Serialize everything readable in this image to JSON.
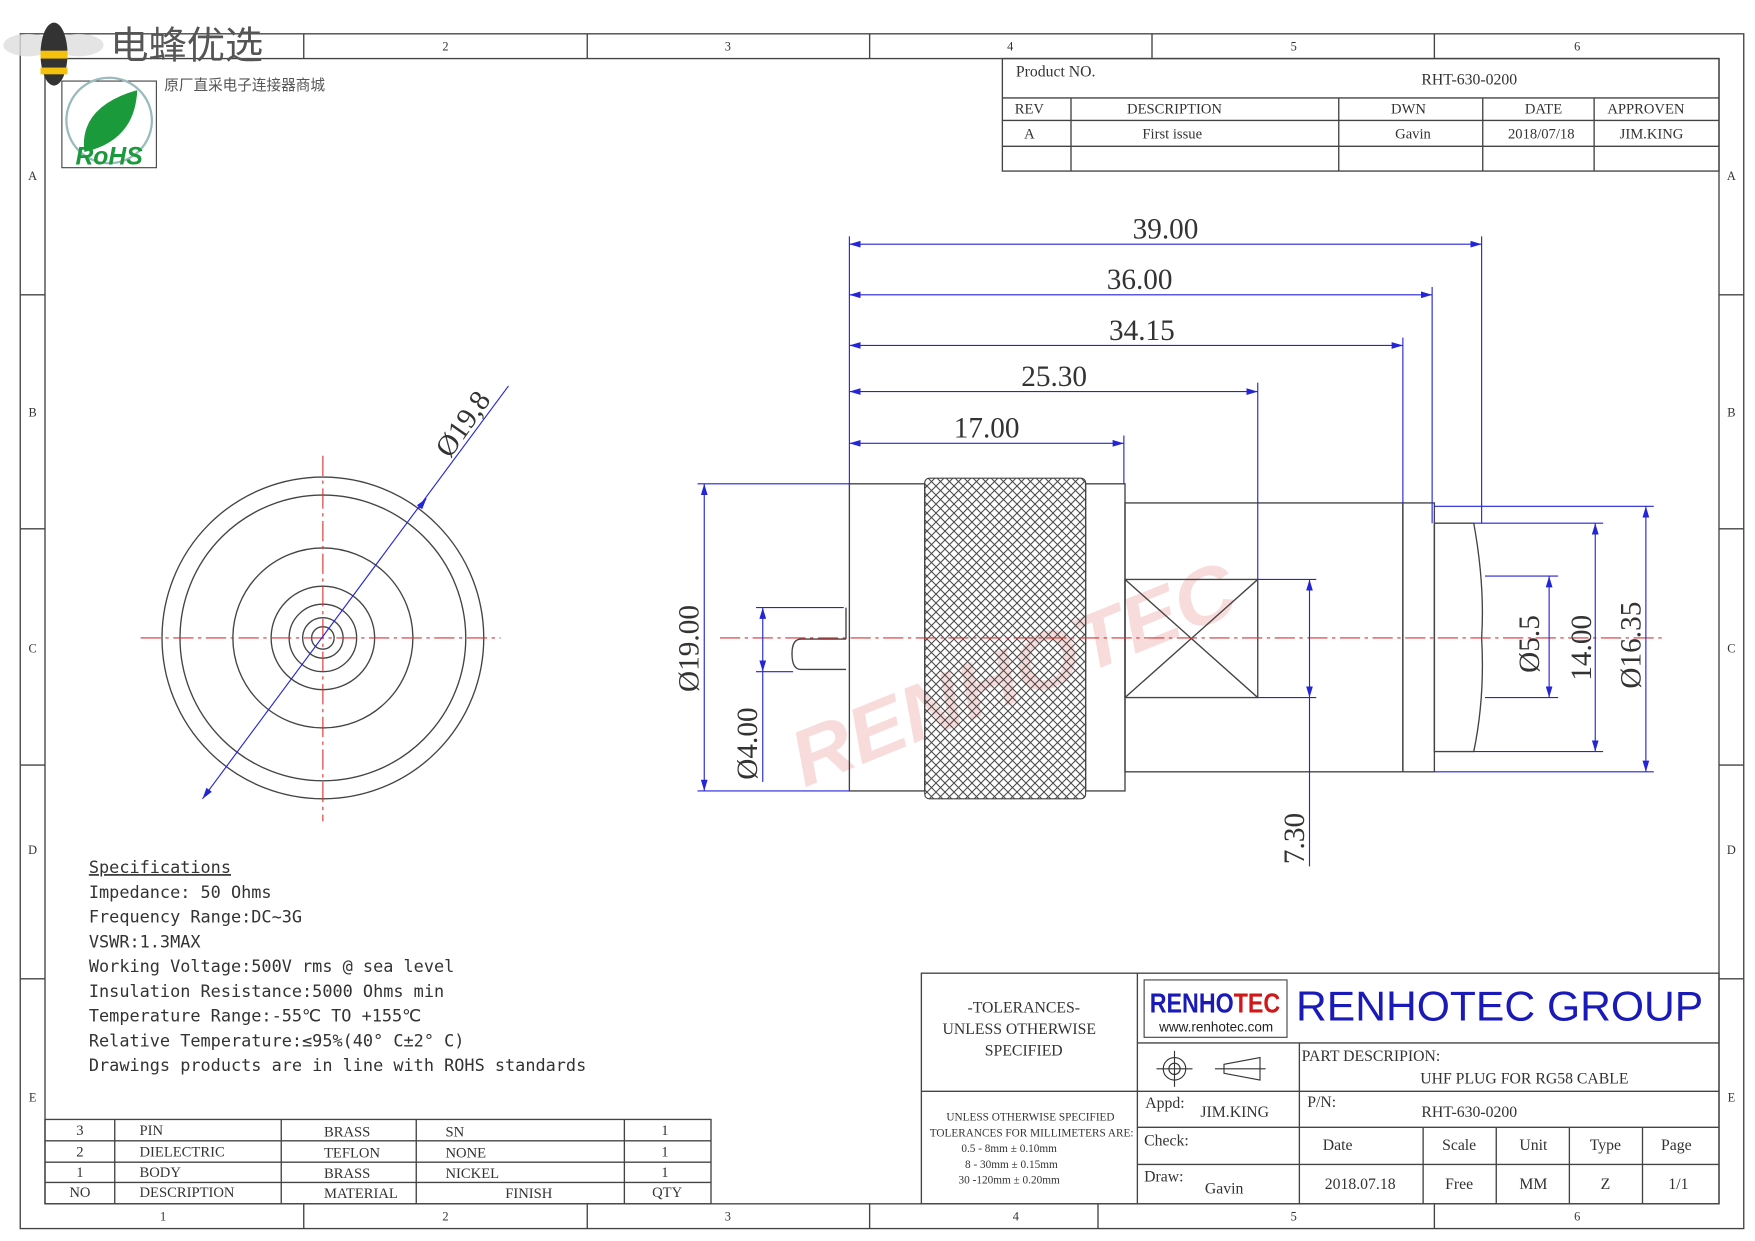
{
  "brand": {
    "logo_text": "电蜂优选",
    "tagline": "原厂直采电子连接器商城",
    "rohs": "RoHS",
    "watermark": "RENHOTEC"
  },
  "zones": {
    "columns": [
      "1",
      "2",
      "3",
      "4",
      "5",
      "6"
    ],
    "rows": [
      "A",
      "B",
      "C",
      "D",
      "E"
    ]
  },
  "revision": {
    "product_no_label": "Product NO.",
    "product_no": "RHT-630-0200",
    "headers": [
      "REV",
      "DESCRIPTION",
      "DWN",
      "DATE",
      "APPROVEN"
    ],
    "rows": [
      [
        "A",
        "First issue",
        "Gavin",
        "2018/07/18",
        "JIM.KING"
      ]
    ]
  },
  "dimensions": {
    "overall": "39.00",
    "d36": "36.00",
    "d34": "34.15",
    "d25": "25.30",
    "d17": "17.00",
    "dia19": "Ø19.00",
    "dia4": "Ø4.00",
    "d7": "7.30",
    "dia5": "Ø5.5",
    "d14": "14.00",
    "dia16": "Ø16.35",
    "face_dia": "Ø19,8"
  },
  "specs": {
    "title": "Specifications",
    "lines": [
      "Impedance: 50 Ohms",
      "Frequency Range:DC~3G",
      "VSWR:1.3MAX",
      "Working Voltage:500V rms @ sea level",
      "Insulation Resistance:5000 Ohms min",
      "Temperature Range:-55℃ TO +155℃",
      "Relative Temperature:≤95%(40° C±2° C)",
      "Drawings products are in line with ROHS standards"
    ]
  },
  "bom": {
    "headers": [
      "NO",
      "DESCRIPTION",
      "MATERIAL",
      "FINISH",
      "QTY"
    ],
    "rows": [
      [
        "3",
        "PIN",
        "BRASS",
        "SN",
        "1"
      ],
      [
        "2",
        "DIELECTRIC",
        "TEFLON",
        "NONE",
        "1"
      ],
      [
        "1",
        "BODY",
        "BRASS",
        "NICKEL",
        "1"
      ]
    ]
  },
  "title_block": {
    "tolerances": [
      "-TOLERANCES-",
      "UNLESS OTHERWISE",
      "SPECIFIED"
    ],
    "tol_detail": [
      "UNLESS OTHERWISE SPECIFIED",
      "TOLERANCES FOR MILLIMETERS ARE:",
      "0.5 - 8mm ± 0.10mm",
      "8 - 30mm ± 0.15mm",
      "30 -120mm ± 0.20mm"
    ],
    "logo_a": "RENHO",
    "logo_b": "TEC",
    "logo_url": "www.renhotec.com",
    "company": "RENHOTEC GROUP",
    "part_desc_label": "PART DESCRIPION:",
    "part_desc": "UHF PLUG FOR RG58 CABLE",
    "appd_label": "Appd:",
    "appd": "JIM.KING",
    "pn_label": "P/N:",
    "pn": "RHT-630-0200",
    "check_label": "Check:",
    "draw_label": "Draw:",
    "draw": "Gavin",
    "headers": [
      "Date",
      "Scale",
      "Unit",
      "Type",
      "Page"
    ],
    "values": [
      "2018.07.18",
      "Free",
      "MM",
      "Z",
      "1/1"
    ]
  },
  "colors": {
    "dimension": "#2424d8",
    "centerline": "#dd3333",
    "brand_blue": "#1a1ab8",
    "brand_red": "#d01818",
    "rohs_green": "#1a9a3a"
  }
}
